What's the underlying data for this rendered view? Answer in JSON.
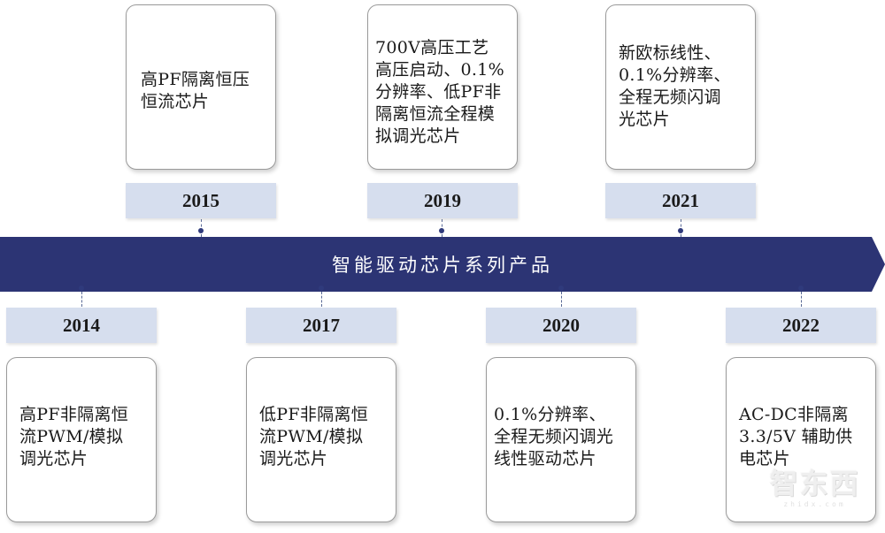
{
  "band": {
    "title": "智能驱动芯片系列产品",
    "color": "#2c3474"
  },
  "milestones": {
    "y2015": {
      "year": "2015",
      "desc": "高PF隔离恒压\n恒流芯片"
    },
    "y2019": {
      "year": "2019",
      "desc": "700V高压工艺\n高压启动、0.1%\n分辨率、低PF非\n隔离恒流全程模\n拟调光芯片"
    },
    "y2021": {
      "year": "2021",
      "desc": "新欧标线性、\n0.1%分辨率、\n全程无频闪调\n光芯片"
    },
    "y2014": {
      "year": "2014",
      "desc": "高PF非隔离恒\n流PWM/模拟\n调光芯片"
    },
    "y2017": {
      "year": "2017",
      "desc": "低PF非隔离恒\n流PWM/模拟\n调光芯片"
    },
    "y2020": {
      "year": "2020",
      "desc": "0.1%分辨率、\n全程无频闪调光\n线性驱动芯片"
    },
    "y2022": {
      "year": "2022",
      "desc": "AC-DC非隔离\n3.3/5V 辅助供\n电芯片"
    }
  },
  "watermark": {
    "text": "智东西",
    "sub": "zhidx.com"
  },
  "colors": {
    "year_tab": "#d6deee",
    "card_border": "#9a9a9a",
    "connector": "#2f3a7c"
  }
}
